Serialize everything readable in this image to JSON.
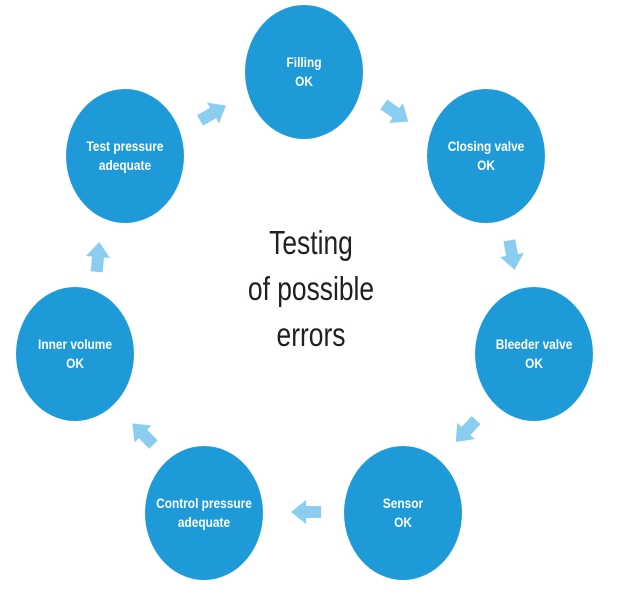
{
  "center_title": [
    "Testing",
    "of possible",
    "errors"
  ],
  "nodes": [
    {
      "id": "filling",
      "lines": [
        "Filling",
        "OK"
      ]
    },
    {
      "id": "closing-valve",
      "lines": [
        "Closing valve",
        "OK"
      ]
    },
    {
      "id": "bleeder-valve",
      "lines": [
        "Bleeder valve",
        "OK"
      ]
    },
    {
      "id": "sensor",
      "lines": [
        "Sensor",
        "OK"
      ]
    },
    {
      "id": "control-pressure",
      "lines": [
        "Control pressure",
        "adequate"
      ]
    },
    {
      "id": "inner-volume",
      "lines": [
        "Inner volume",
        "OK"
      ]
    },
    {
      "id": "test-pressure",
      "lines": [
        "Test pressure",
        "adequate"
      ]
    }
  ],
  "colors": {
    "node": "#1e9ad8",
    "arrow": "#8bcdf1",
    "node_text": "#ffffff",
    "title_text": "#231f20"
  }
}
